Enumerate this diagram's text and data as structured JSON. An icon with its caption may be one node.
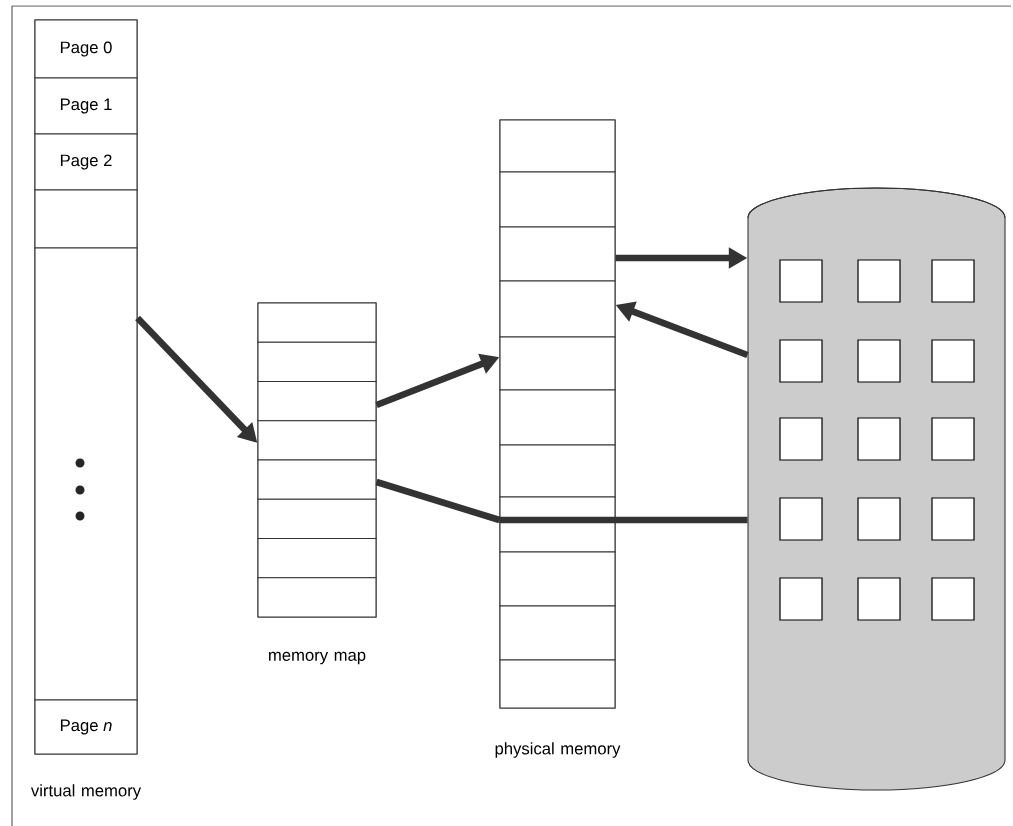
{
  "diagram": {
    "nodes": [
      {
        "text": [
          "virtual memory"
        ]
      },
      {
        "text": [
          "Page 0"
        ],
        "in": 0
      },
      {
        "text": [
          "Page 1"
        ],
        "in": 0
      },
      {
        "text": [
          "Page 2"
        ],
        "in": 0
      },
      {
        "text": [],
        "shape": "box",
        "in": 0
      },
      {
        "text": [],
        "shape": "box",
        "in": 0
      },
      {
        "text": [
          "Page *n*"
        ],
        "in": 0
      },
      {
        "text": [
          "memory map"
        ]
      },
      {
        "text": [],
        "shape": "box",
        "in": 7
      },
      {
        "text": [],
        "shape": "box",
        "in": 7
      },
      {
        "text": [],
        "shape": "box",
        "in": 7
      },
      {
        "text": [],
        "shape": "box",
        "in": 7
      },
      {
        "text": [],
        "shape": "box",
        "in": 7
      },
      {
        "text": [],
        "shape": "box",
        "in": 7
      },
      {
        "text": [],
        "shape": "box",
        "in": 7
      },
      {
        "text": [],
        "shape": "box",
        "in": 7
      },
      {
        "text": [
          "physical memory"
        ]
      },
      {
        "text": [],
        "shape": "box",
        "in": 16
      },
      {
        "text": [],
        "shape": "box",
        "in": 16
      },
      {
        "text": [],
        "shape": "box",
        "in": 16
      },
      {
        "text": [],
        "shape": "box",
        "in": 16
      },
      {
        "text": [],
        "shape": "box",
        "in": 16
      },
      {
        "text": [],
        "shape": "box",
        "in": 16
      },
      {
        "text": [],
        "shape": "box",
        "in": 16
      },
      {
        "text": [],
        "shape": "box",
        "in": 16
      },
      {
        "text": [],
        "shape": "box",
        "in": 16
      },
      {
        "text": [],
        "shape": "box",
        "in": 16
      },
      {
        "text": [],
        "shape": "box",
        "in": 16
      },
      {
        "text": [],
        "shape": "cylinder"
      }
    ],
    "edges": [
      {
        "from": 5,
        "to": 11,
        "arrow": "to"
      },
      {
        "from": 10,
        "to": 21,
        "arrow": "to"
      },
      {
        "from": 19,
        "to": 28,
        "arrow": "to"
      },
      {
        "from": 28,
        "to": 20,
        "arrow": "to"
      },
      {
        "from": 12,
        "to": 24,
        "arrow": "none"
      },
      {
        "from": 24,
        "to": 28,
        "arrow": "none"
      }
    ]
  }
}
